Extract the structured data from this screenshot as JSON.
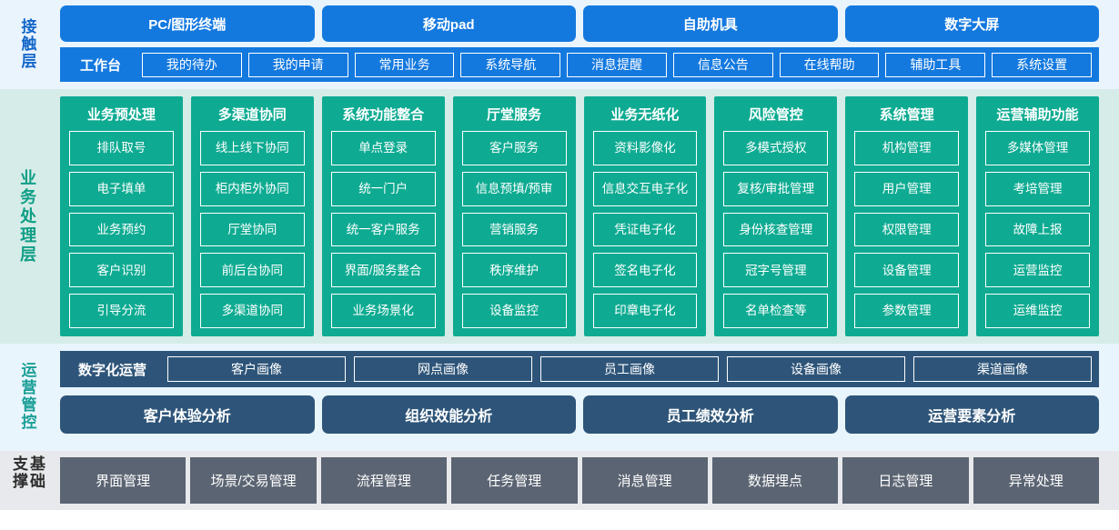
{
  "colors": {
    "contact_accent": "#1479df",
    "contact_bg": "#eaf4fd",
    "business_accent": "#0eab92",
    "business_bg": "#d6ece8",
    "operations_accent": "#2e5579",
    "operations_bg": "#e9f5fd",
    "foundation_accent": "#5b6472",
    "foundation_bg": "#e8e9ec"
  },
  "contact_layer": {
    "label": "接触层",
    "channels": [
      {
        "label": "PC/图形终端"
      },
      {
        "label": "移动pad"
      },
      {
        "label": "自助机具"
      },
      {
        "label": "数字大屏"
      }
    ],
    "workbench_title": "工作台",
    "workbench_items": [
      {
        "label": "我的待办"
      },
      {
        "label": "我的申请"
      },
      {
        "label": "常用业务"
      },
      {
        "label": "系统导航"
      },
      {
        "label": "消息提醒"
      },
      {
        "label": "信息公告"
      },
      {
        "label": "在线帮助"
      },
      {
        "label": "辅助工具"
      },
      {
        "label": "系统设置"
      }
    ]
  },
  "business_layer": {
    "label": "业务处理层",
    "columns": [
      {
        "title": "业务预处理",
        "items": [
          "排队取号",
          "电子填单",
          "业务预约",
          "客户识别",
          "引导分流"
        ]
      },
      {
        "title": "多渠道协同",
        "items": [
          "线上线下协同",
          "柜内柜外协同",
          "厅堂协同",
          "前后台协同",
          "多渠道协同"
        ]
      },
      {
        "title": "系统功能整合",
        "items": [
          "单点登录",
          "统一门户",
          "统一客户服务",
          "界面/服务整合",
          "业务场景化"
        ]
      },
      {
        "title": "厅堂服务",
        "items": [
          "客户服务",
          "信息预填/预审",
          "营销服务",
          "秩序维护",
          "设备监控"
        ]
      },
      {
        "title": "业务无纸化",
        "items": [
          "资料影像化",
          "信息交互电子化",
          "凭证电子化",
          "签名电子化",
          "印章电子化"
        ]
      },
      {
        "title": "风险管控",
        "items": [
          "多模式授权",
          "复核/审批管理",
          "身份核查管理",
          "冠字号管理",
          "名单检查等"
        ]
      },
      {
        "title": "系统管理",
        "items": [
          "机构管理",
          "用户管理",
          "权限管理",
          "设备管理",
          "参数管理"
        ]
      },
      {
        "title": "运营辅助功能",
        "items": [
          "多媒体管理",
          "考培管理",
          "故障上报",
          "运营监控",
          "运维监控"
        ]
      }
    ]
  },
  "operations_layer": {
    "label": "运营管控",
    "portrait_title": "数字化运营",
    "portraits": [
      {
        "label": "客户画像"
      },
      {
        "label": "网点画像"
      },
      {
        "label": "员工画像"
      },
      {
        "label": "设备画像"
      },
      {
        "label": "渠道画像"
      }
    ],
    "analyses": [
      {
        "label": "客户体验分析"
      },
      {
        "label": "组织效能分析"
      },
      {
        "label": "员工绩效分析"
      },
      {
        "label": "运营要素分析"
      }
    ]
  },
  "foundation_layer": {
    "label": "基础支撑",
    "items": [
      {
        "label": "界面管理"
      },
      {
        "label": "场景/交易管理"
      },
      {
        "label": "流程管理"
      },
      {
        "label": "任务管理"
      },
      {
        "label": "消息管理"
      },
      {
        "label": "数据埋点"
      },
      {
        "label": "日志管理"
      },
      {
        "label": "异常处理"
      }
    ]
  }
}
